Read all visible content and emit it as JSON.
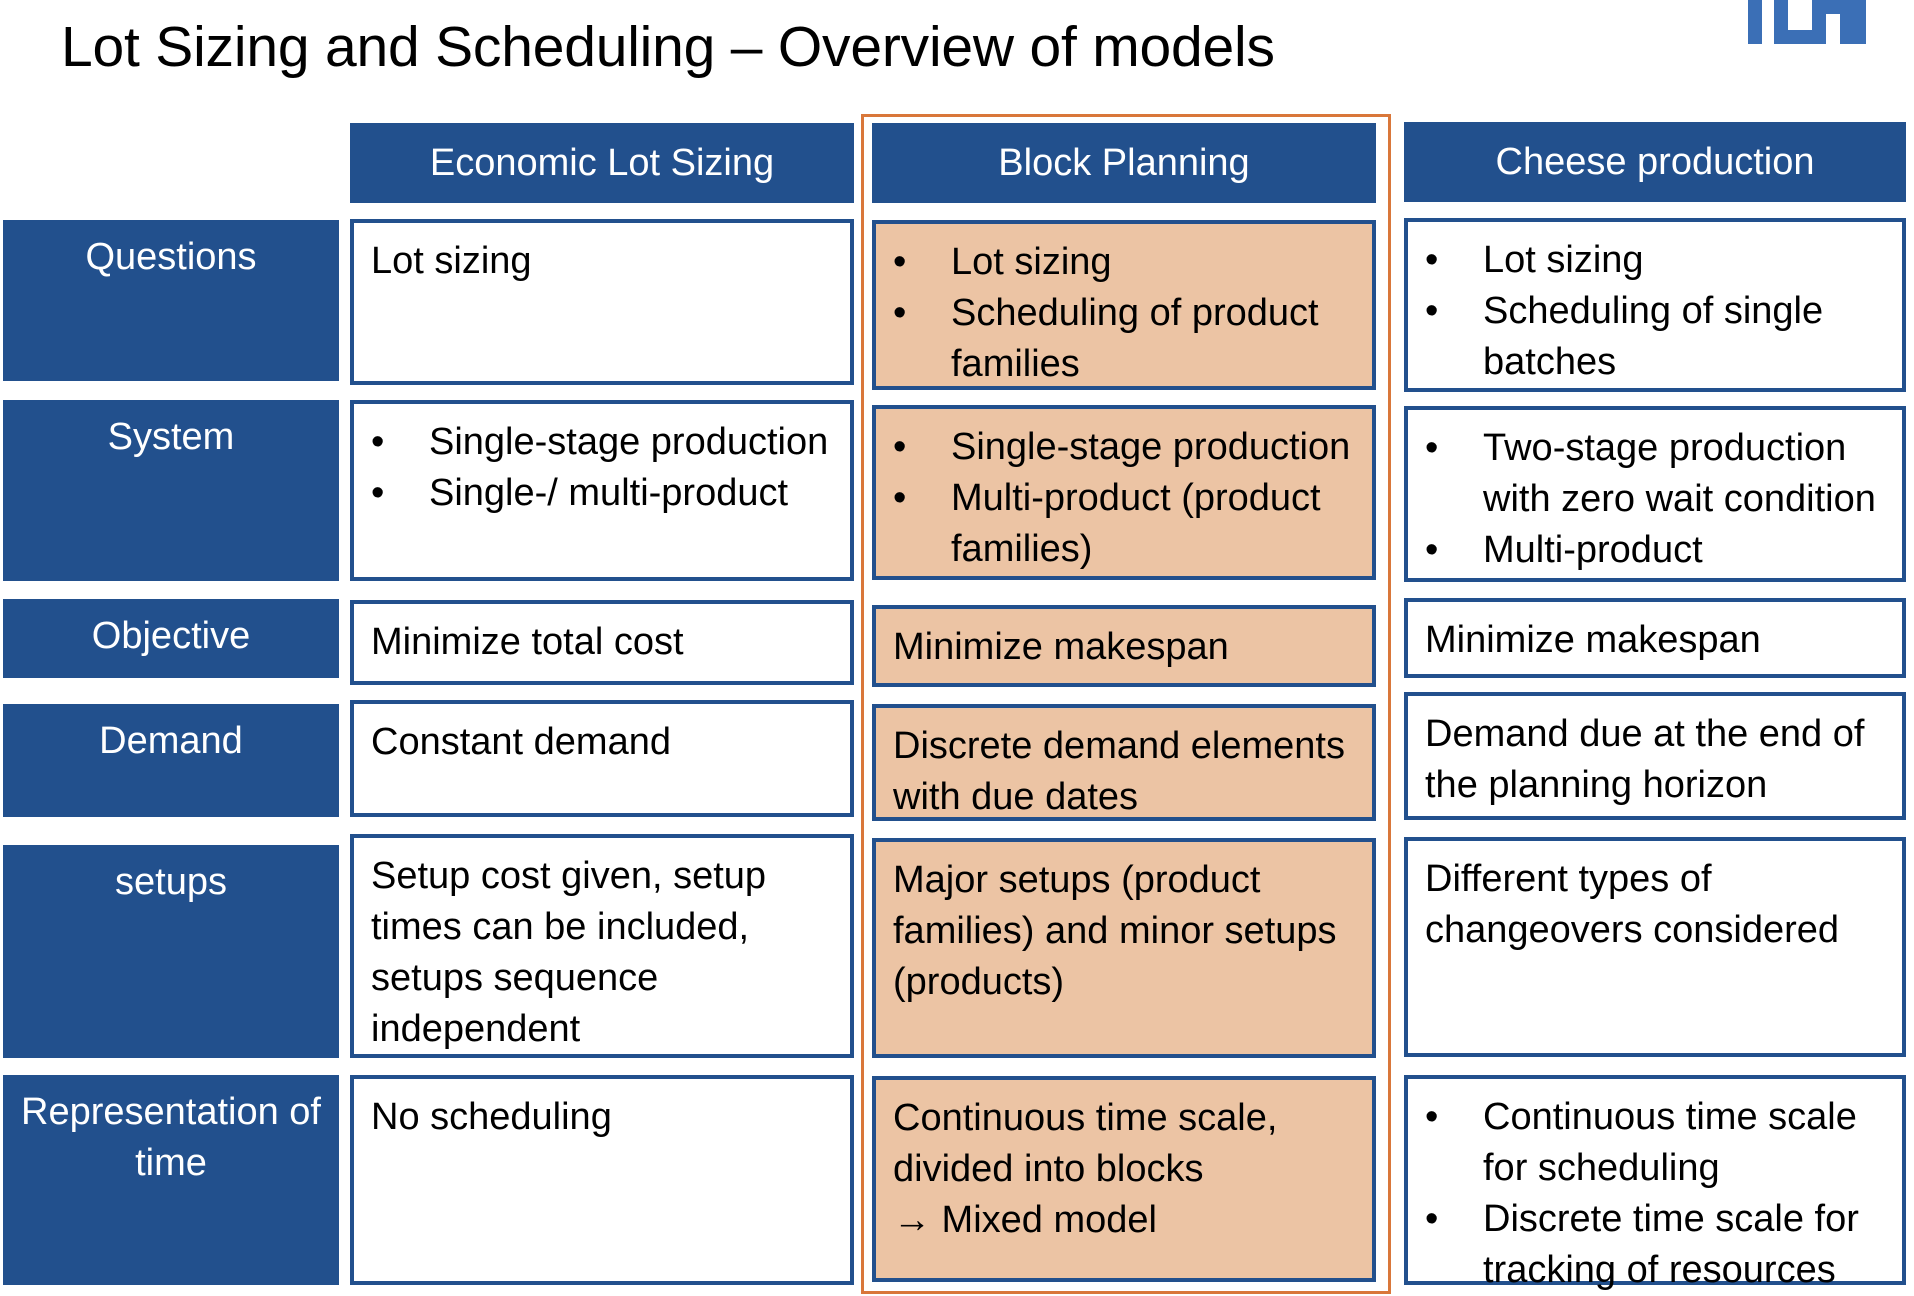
{
  "title": "Lot Sizing and Scheduling – Overview of models",
  "logo": "TUM",
  "columns": [
    "Economic Lot Sizing",
    "Block Planning",
    "Cheese production"
  ],
  "rows": [
    {
      "label": "Questions",
      "cells": [
        {
          "text": "Lot sizing"
        },
        {
          "items": [
            "Lot sizing",
            "Scheduling of product families"
          ]
        },
        {
          "items": [
            "Lot sizing",
            "Scheduling of single batches"
          ]
        }
      ]
    },
    {
      "label": "System",
      "cells": [
        {
          "items": [
            "Single-stage production",
            "Single-/ multi-product"
          ]
        },
        {
          "items": [
            "Single-stage production",
            "Multi-product (product families)"
          ]
        },
        {
          "items": [
            "Two-stage production with zero wait condition",
            "Multi-product"
          ]
        }
      ]
    },
    {
      "label": "Objective",
      "cells": [
        {
          "text": "Minimize total cost"
        },
        {
          "text": "Minimize makespan"
        },
        {
          "text": "Minimize makespan"
        }
      ]
    },
    {
      "label": "Demand",
      "cells": [
        {
          "text": "Constant demand"
        },
        {
          "text": "Discrete demand elements with due dates"
        },
        {
          "text": "Demand due at the end of the planning horizon"
        }
      ]
    },
    {
      "label": "setups",
      "cells": [
        {
          "text": "Setup cost given, setup times can be included, setups sequence independent"
        },
        {
          "text": "Major setups (product families) and minor setups (products)"
        },
        {
          "text": "Different types of changeovers considered"
        }
      ]
    },
    {
      "label": "Representation of time",
      "cells": [
        {
          "text": "No scheduling"
        },
        {
          "lines": [
            "Continuous time scale, divided into blocks",
            "→ Mixed model"
          ]
        },
        {
          "items": [
            "Continuous time scale for scheduling",
            "Discrete time scale for tracking of resources"
          ]
        }
      ]
    }
  ],
  "colors": {
    "header": "#22508d",
    "highlight_fill": "#ecc4a4",
    "highlight_border": "#d9773a"
  }
}
